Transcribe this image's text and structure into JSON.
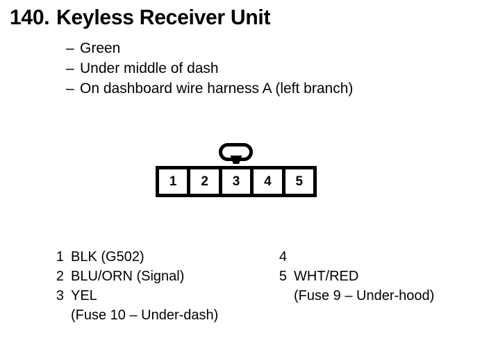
{
  "document": {
    "section_number": "140.",
    "title": "Keyless Receiver Unit",
    "notes": [
      {
        "dash": "–",
        "text": "Green"
      },
      {
        "dash": "–",
        "text": "Under middle of dash"
      },
      {
        "dash": "–",
        "text": "On dashboard wire harness A (left branch)"
      }
    ]
  },
  "connector": {
    "pin_count": 5,
    "pins": [
      {
        "number": "1"
      },
      {
        "number": "2"
      },
      {
        "number": "3"
      },
      {
        "number": "4"
      },
      {
        "number": "5"
      }
    ],
    "latch": "retaining-tab"
  },
  "legend": {
    "left_column": [
      {
        "number": "1",
        "label": "BLK (G502)",
        "sub": ""
      },
      {
        "number": "2",
        "label": "BLU/ORN (Signal)",
        "sub": ""
      },
      {
        "number": "3",
        "label": "YEL",
        "sub": "(Fuse 10 – Under-dash)"
      }
    ],
    "right_column": [
      {
        "number": "4",
        "label": "",
        "sub": ""
      },
      {
        "number": "5",
        "label": "WHT/RED",
        "sub": "(Fuse 9 – Under-hood)"
      }
    ]
  },
  "colors": {
    "ink": "#000000",
    "paper": "#ffffff"
  }
}
